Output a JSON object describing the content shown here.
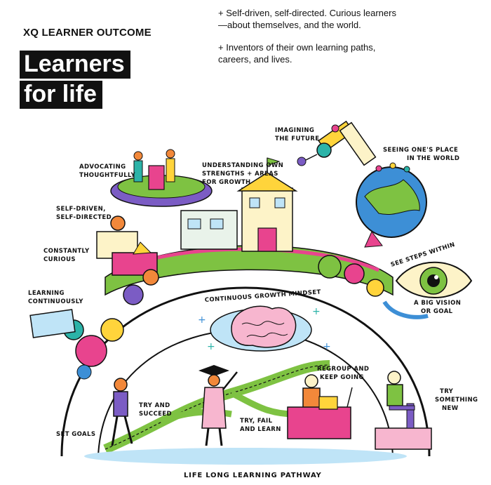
{
  "header": {
    "eyebrow": "XQ LEARNER OUTCOME",
    "title_line1": "Learners",
    "title_line2": "for life"
  },
  "bullets": [
    "+ Self-driven, self-directed. Curious learners—about themselves, and the world.",
    "+ Inventors of their own learning paths, careers, and lives."
  ],
  "labels": {
    "imagining_1": "Imagining",
    "imagining_2": "the future",
    "seeing_1": "Seeing one's place",
    "seeing_2": "in the world",
    "advocating_1": "Advocating",
    "advocating_2": "thoughtfully",
    "strengths_1": "Understanding own",
    "strengths_2": "strengths + areas",
    "strengths_3": "for growth",
    "selfdriven_1": "Self-driven,",
    "selfdriven_2": "self-directed",
    "curious_1": "Constantly",
    "curious_2": "curious",
    "learning_1": "Learning",
    "learning_2": "continuously",
    "steps_1": "See steps within",
    "vision_1": "a big vision",
    "vision_2": "or goal",
    "mindset": "Continuous growth mindset",
    "regroup_1": "Regroup and",
    "regroup_2": "keep going",
    "try_succeed_1": "Try and",
    "try_succeed_2": "succeed",
    "try_fail_1": "Try, fail",
    "try_fail_2": "and learn",
    "try_new_1": "Try",
    "try_new_2": "something",
    "try_new_3": "new",
    "set_goals": "Set goals",
    "pathway": "Life long learning pathway"
  },
  "colors": {
    "teal": "#2bb3a8",
    "pink": "#e8448e",
    "yellow": "#ffd43b",
    "green": "#7ec242",
    "blue": "#3d8fd6",
    "purple": "#7b5cc4",
    "orange": "#f2883a",
    "lightblue": "#bfe4f7"
  }
}
